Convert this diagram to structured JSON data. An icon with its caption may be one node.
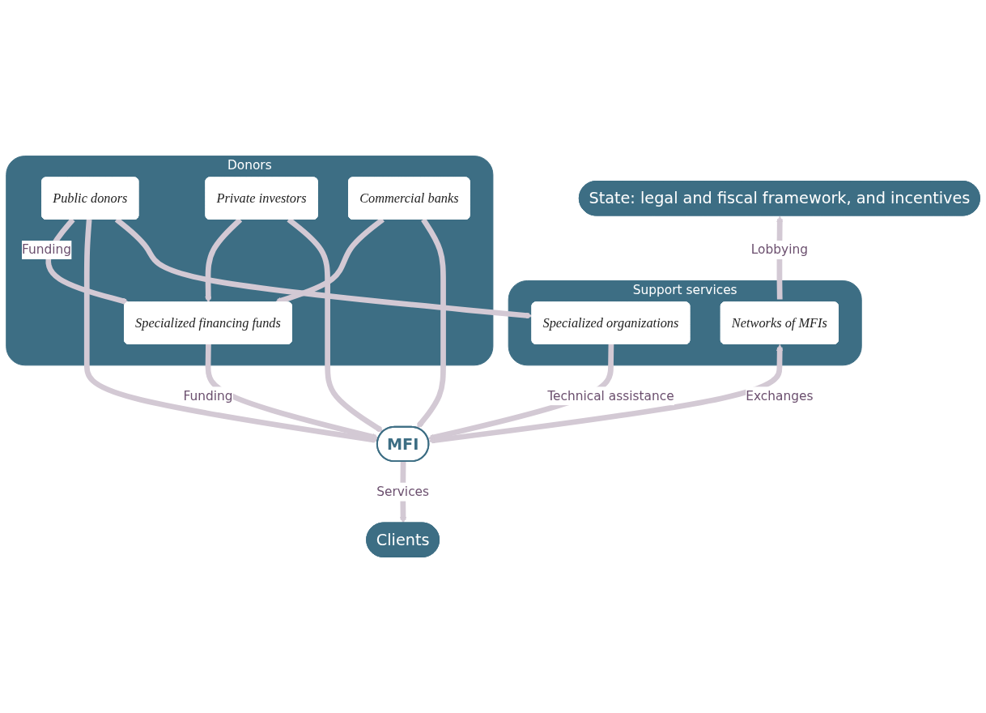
{
  "diagram": {
    "nodes": [
      {
        "text": [
          "**State:** legal and fiscal framework, and incentives"
        ]
      },
      {
        "text": [
          "Donors"
        ]
      },
      {
        "text": [
          "Public donors"
        ],
        "in": 1
      },
      {
        "text": [
          "Specialized financing funds"
        ],
        "in": 1
      },
      {
        "text": [
          "Private investors"
        ],
        "in": 1
      },
      {
        "text": [
          "Commercial banks"
        ],
        "in": 1
      },
      {
        "text": [
          "Support services"
        ]
      },
      {
        "text": [
          "Specialized organizations"
        ],
        "in": 6
      },
      {
        "text": [
          "Networks of MFIs"
        ],
        "in": 6
      },
      {
        "text": [
          "MFI"
        ]
      },
      {
        "text": [
          "Clients"
        ]
      }
    ],
    "edges": [
      {
        "from": 2,
        "to": 3,
        "arrow": "to",
        "label": "Funding"
      },
      {
        "from": 2,
        "to": 9,
        "arrow": "to"
      },
      {
        "from": 2,
        "to": 7,
        "arrow": "to"
      },
      {
        "from": 4,
        "to": 3,
        "arrow": "to"
      },
      {
        "from": 5,
        "to": 3,
        "arrow": "to"
      },
      {
        "from": 4,
        "to": 9,
        "arrow": "to"
      },
      {
        "from": 5,
        "to": 9,
        "arrow": "to"
      },
      {
        "from": 3,
        "to": 9,
        "arrow": "to",
        "label": "Funding"
      },
      {
        "from": 7,
        "to": 9,
        "arrow": "to",
        "label": "Technical assistance"
      },
      {
        "from": 8,
        "to": 0,
        "arrow": "to",
        "label": "Lobbying"
      },
      {
        "from": 8,
        "to": 9,
        "arrow": "both",
        "label": "Exchanges"
      },
      {
        "from": 9,
        "to": 10,
        "arrow": "to",
        "label": "Services"
      }
    ]
  }
}
